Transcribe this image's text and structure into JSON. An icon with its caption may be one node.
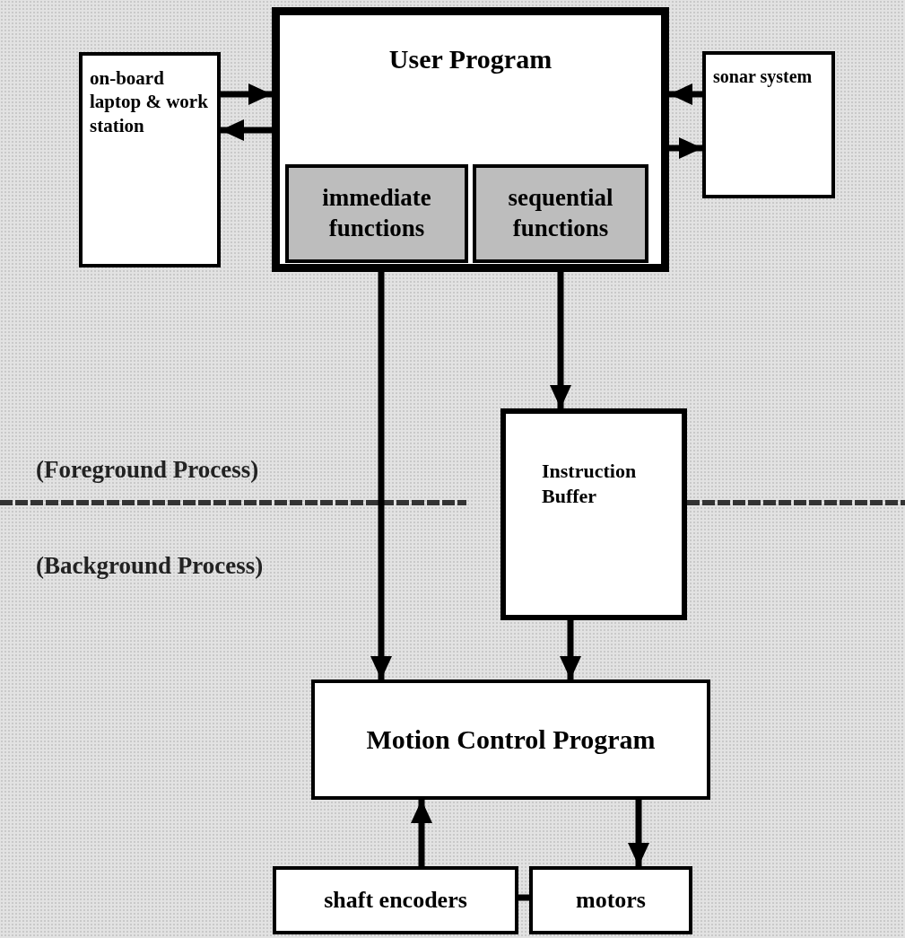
{
  "diagram": {
    "nodes": [
      {
        "text": [
          "on-board laptop & work station"
        ]
      },
      {
        "text": [
          "User Program"
        ]
      },
      {
        "text": [
          "immediate functions"
        ],
        "in": 1
      },
      {
        "text": [
          "sequential functions"
        ],
        "in": 1
      },
      {
        "text": [
          "sonar system"
        ]
      },
      {
        "text": [
          "Instruction Buffer"
        ]
      },
      {
        "text": [
          "Motion Control Program"
        ]
      },
      {
        "text": [
          "shaft encoders"
        ]
      },
      {
        "text": [
          "motors"
        ]
      }
    ],
    "edges": [
      {
        "from": 0,
        "to": 1,
        "arrow": "to"
      },
      {
        "from": 1,
        "to": 0,
        "arrow": "to"
      },
      {
        "from": 4,
        "to": 1,
        "arrow": "to"
      },
      {
        "from": 1,
        "to": 4,
        "arrow": "to"
      },
      {
        "from": 2,
        "to": 6,
        "arrow": "to"
      },
      {
        "from": 3,
        "to": 5,
        "arrow": "to"
      },
      {
        "from": 5,
        "to": 6,
        "arrow": "to"
      },
      {
        "from": 7,
        "to": 6,
        "arrow": "to"
      },
      {
        "from": 6,
        "to": 8,
        "arrow": "to"
      },
      {
        "from": 7,
        "to": 8,
        "arrow": "none"
      }
    ],
    "labels": [
      "(Foreground Process)",
      "(Background Process)"
    ]
  }
}
